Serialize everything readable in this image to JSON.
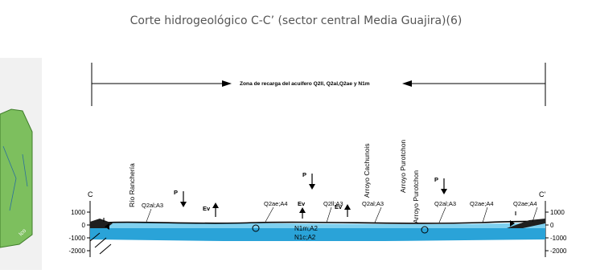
{
  "caption": "Corte hidrogeológico C-C’ (sector central Media Guajira)(6)",
  "figure": {
    "zone_label": "Zona de recarga del acuífero Q2ll, Q2al,Q2ae y N1m",
    "section_start": "C",
    "section_end": "C'",
    "left_axis_ticks": [
      "1000",
      "0",
      "-1000",
      "-2000"
    ],
    "right_axis_ticks": [
      "1000",
      "0",
      "-1000",
      "-2000"
    ],
    "vertical_labels": [
      "Río Ranchería",
      "Arroyo Cachunois",
      "Arroyo Purotchon",
      "Arroyo Purotchon"
    ],
    "unit_labels": [
      "Q2al;A3",
      "Q2ae;A4",
      "Q2ll;A3",
      "Q2al;A3",
      "Q2al;A3",
      "Q2ae;A4",
      "Q2ae;A4"
    ],
    "layer_labels": [
      "N1m;A2",
      "N1c;A2"
    ],
    "symbol_labels": {
      "p": "P",
      "ev": "Ev",
      "i": "I"
    },
    "thumb_label": "Ico"
  },
  "colors": {
    "aquifer_light": "#7fd0ef",
    "aquifer_dark": "#2aa3d8",
    "thumb_green": "#7dbf5e"
  }
}
